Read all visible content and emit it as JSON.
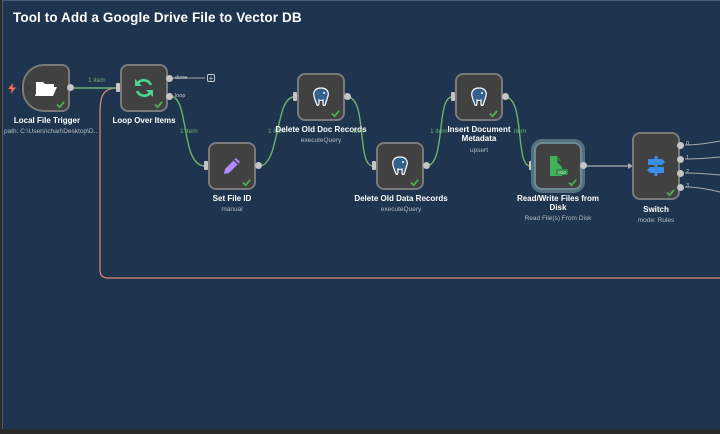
{
  "workflow": {
    "title": "Tool to Add a Google Drive File to Vector DB"
  },
  "nodes": {
    "trigger": {
      "label": "Local File Trigger",
      "sub": "path: C:\\Users\\charl\\Desktop\\D..."
    },
    "loop": {
      "label": "Loop Over Items",
      "out_done": "done",
      "out_loop": "loop"
    },
    "setfile": {
      "label": "Set File ID",
      "sub": "manual"
    },
    "deldoc": {
      "label": "Delete Old Doc Records",
      "sub": "executeQuery"
    },
    "deldata": {
      "label": "Delete Old Data Records",
      "sub": "executeQuery"
    },
    "insert": {
      "label": "Insert Document Metadata",
      "sub": "upsert"
    },
    "readwrite": {
      "label": "Read/Write Files from Disk",
      "sub": "Read File(s) From Disk"
    },
    "switch": {
      "label": "Switch",
      "sub": "mode: Rules",
      "outputs": [
        "0",
        "1",
        "2",
        "3"
      ]
    }
  },
  "edges": {
    "e1": "1 item",
    "e2": "1 item",
    "e3": "1 item",
    "e4": "item",
    "e5": "1 item",
    "e6": "item"
  },
  "colors": {
    "sticky": "#1e344f",
    "node": "#414141",
    "wire": "#6fb06f",
    "loopback": "#e08b7a",
    "check": "#4caf50"
  }
}
